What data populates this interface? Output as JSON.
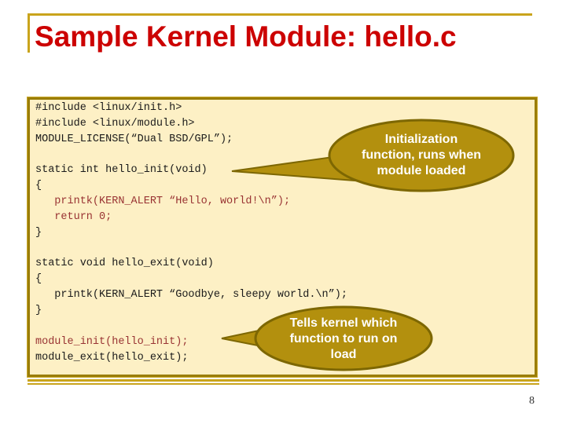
{
  "slide": {
    "title": "Sample Kernel Module: hello.c",
    "page_number": "8"
  },
  "code_panel": {
    "lines": [
      {
        "text": "#include <linux/init.h>",
        "color": "black"
      },
      {
        "text": "#include <linux/module.h>",
        "color": "black"
      },
      {
        "text": "MODULE_LICENSE(“Dual BSD/GPL”);",
        "color": "black"
      },
      {
        "text": "",
        "color": "black"
      },
      {
        "text": "static int hello_init(void)",
        "color": "black"
      },
      {
        "text": "{",
        "color": "black"
      },
      {
        "text": "   printk(KERN_ALERT “Hello, world!\\n”);",
        "color": "maroon"
      },
      {
        "text": "   return 0;",
        "color": "maroon"
      },
      {
        "text": "}",
        "color": "black"
      },
      {
        "text": "",
        "color": "black"
      },
      {
        "text": "static void hello_exit(void)",
        "color": "black"
      },
      {
        "text": "{",
        "color": "black"
      },
      {
        "text": "   printk(KERN_ALERT “Goodbye, sleepy world.\\n”);",
        "color": "black"
      },
      {
        "text": "}",
        "color": "black"
      },
      {
        "text": "",
        "color": "black"
      },
      {
        "text": "module_init(hello_init);",
        "color": "maroon"
      },
      {
        "text": "module_exit(hello_exit);",
        "color": "black"
      }
    ]
  },
  "callouts": [
    {
      "name": "initialization-callout",
      "lines": [
        "Initialization",
        "function, runs when",
        "module loaded"
      ]
    },
    {
      "name": "load-callout",
      "lines": [
        "Tells kernel which",
        "function to run on",
        "load"
      ]
    }
  ],
  "colors": {
    "title_red": "#cc0000",
    "accent_gold": "#c9a41c",
    "panel_bg": "#fdf0c5",
    "panel_border": "#9a7d08",
    "callout_fill": "#b3900e",
    "callout_border": "#7d6702",
    "code_maroon": "#993333",
    "code_black": "#1a1a1a"
  }
}
